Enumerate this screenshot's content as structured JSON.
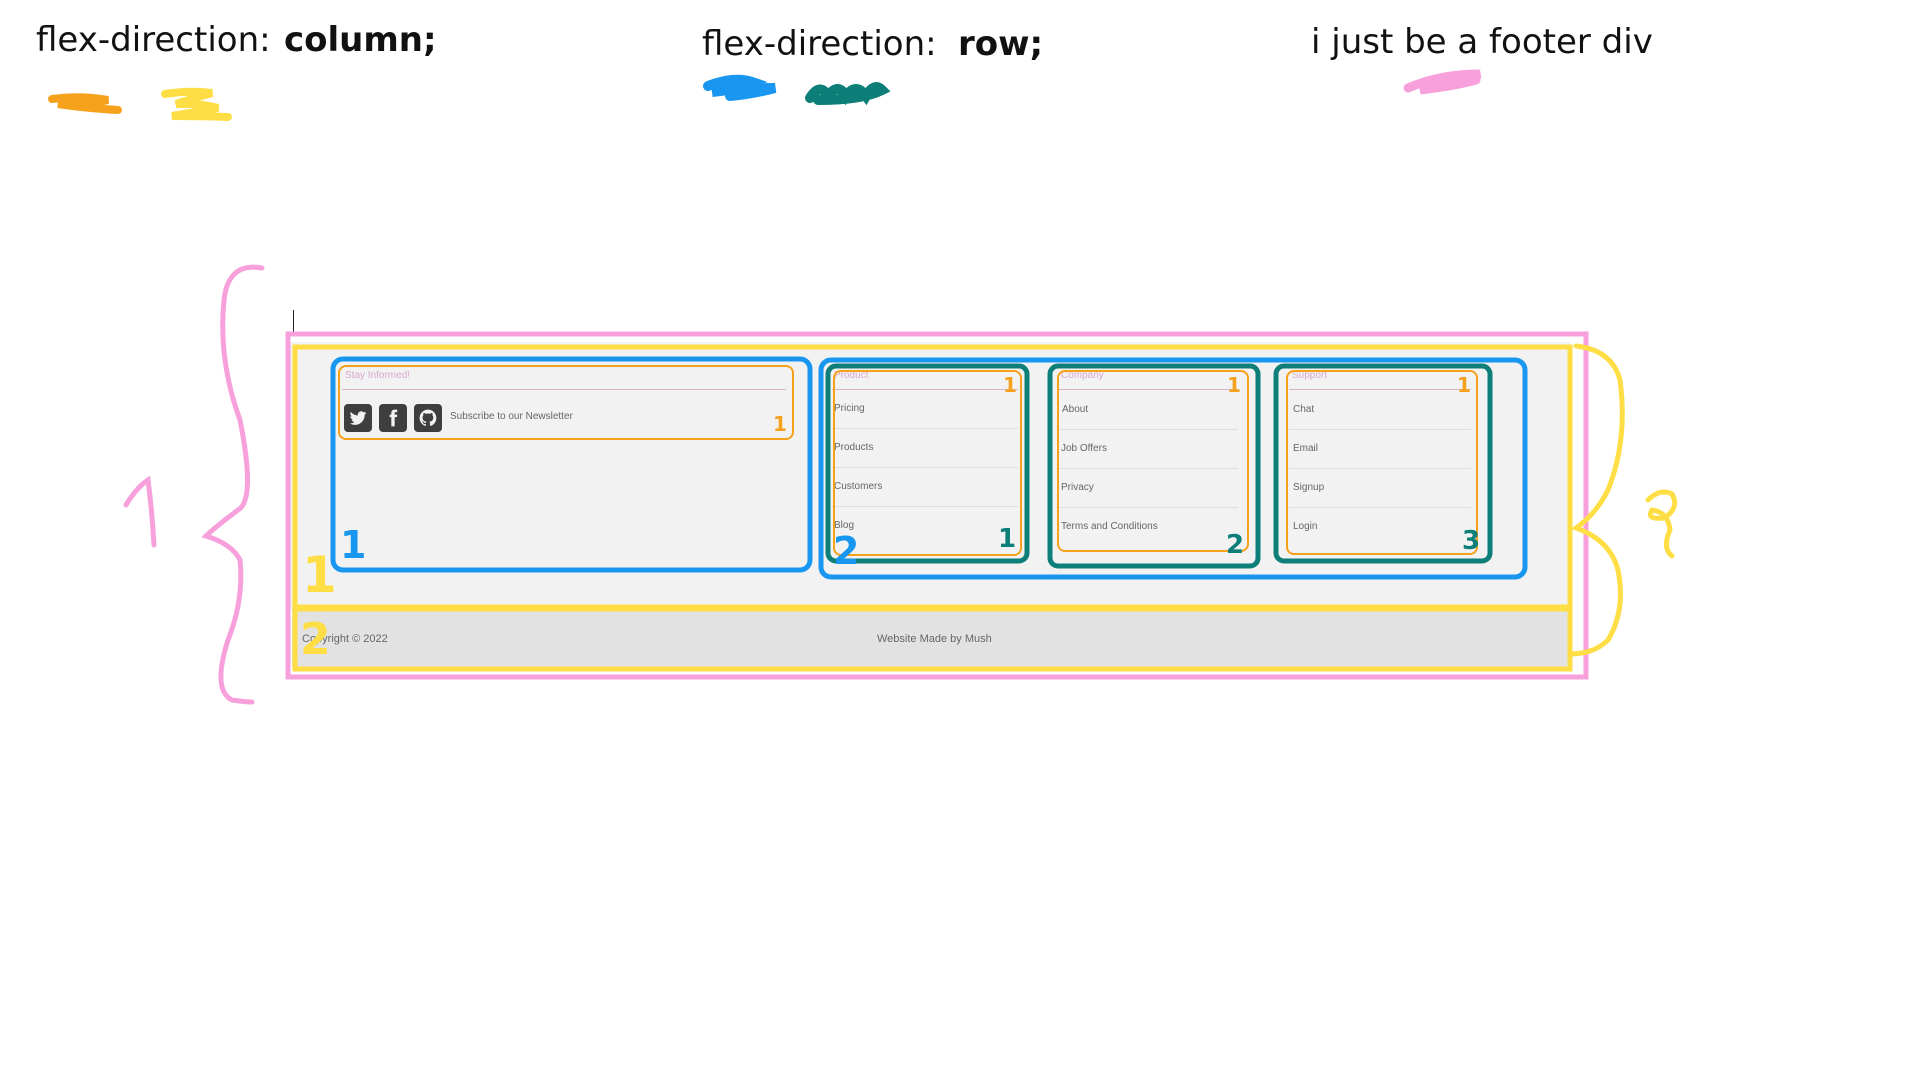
{
  "legend": {
    "column_prefix": "flex-direction:",
    "column_value": "column;",
    "row_prefix": "flex-direction:",
    "row_value": "row;",
    "footer_note": "i just be a footer div"
  },
  "colors": {
    "orange": "#f6a11c",
    "yellow": "#ffde45",
    "blue": "#1997f0",
    "teal": "#0d7e78",
    "pink": "#f7a0dc"
  },
  "newsletter": {
    "title": "Stay Informed!",
    "text": "Subscribe to our Newsletter",
    "icons": [
      "twitter-icon",
      "facebook-icon",
      "github-icon"
    ]
  },
  "columns": [
    {
      "title": "Product",
      "links": [
        "Pricing",
        "Products",
        "Customers",
        "Blog"
      ]
    },
    {
      "title": "Company",
      "links": [
        "About",
        "Job Offers",
        "Privacy",
        "Terms and Conditions"
      ]
    },
    {
      "title": "Support",
      "links": [
        "Chat",
        "Email",
        "Signup",
        "Login"
      ]
    }
  ],
  "bottom": {
    "copyright": "Copyright © 2022",
    "credit": "Website Made by Mush"
  },
  "annotations": {
    "orange_numbers": [
      "1",
      "1",
      "1",
      "1"
    ],
    "teal_numbers": [
      "1",
      "2",
      "3"
    ],
    "blue_numbers": [
      "1",
      "2"
    ],
    "yellow_numbers": [
      "1",
      "2"
    ],
    "pink_left_count": "1",
    "yellow_right_count": "2"
  }
}
